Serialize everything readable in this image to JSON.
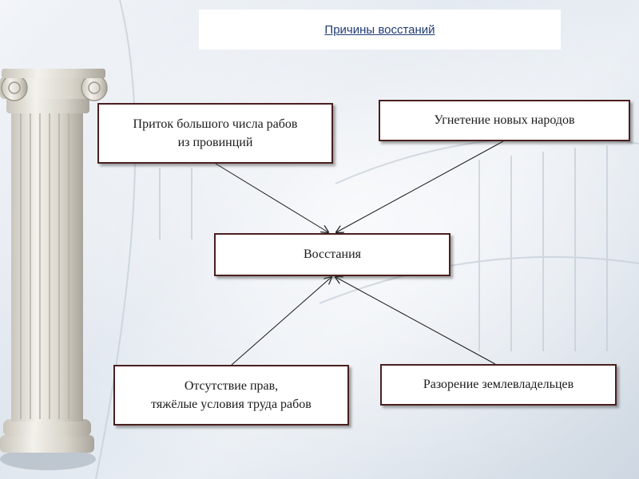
{
  "title": "Причины восстаний",
  "nodes": {
    "influx": {
      "line1": "Приток большого числа рабов",
      "line2": "из провинций"
    },
    "oppression": {
      "label": "Угнетение новых народов"
    },
    "uprisings": {
      "label": "Восстания"
    },
    "rights": {
      "line1": "Отсутствие прав,",
      "line2": "тяжёлые условия труда рабов"
    },
    "ruin": {
      "label": "Разорение землевладельцев"
    }
  },
  "edges": [
    {
      "from": "influx",
      "to": "uprisings"
    },
    {
      "from": "oppression",
      "to": "uprisings"
    },
    {
      "from": "rights",
      "to": "uprisings"
    },
    {
      "from": "ruin",
      "to": "uprisings"
    }
  ],
  "colors": {
    "node_border": "#4a1f1f",
    "title_text": "#1f3b73",
    "arrow": "#1a1a1a"
  }
}
